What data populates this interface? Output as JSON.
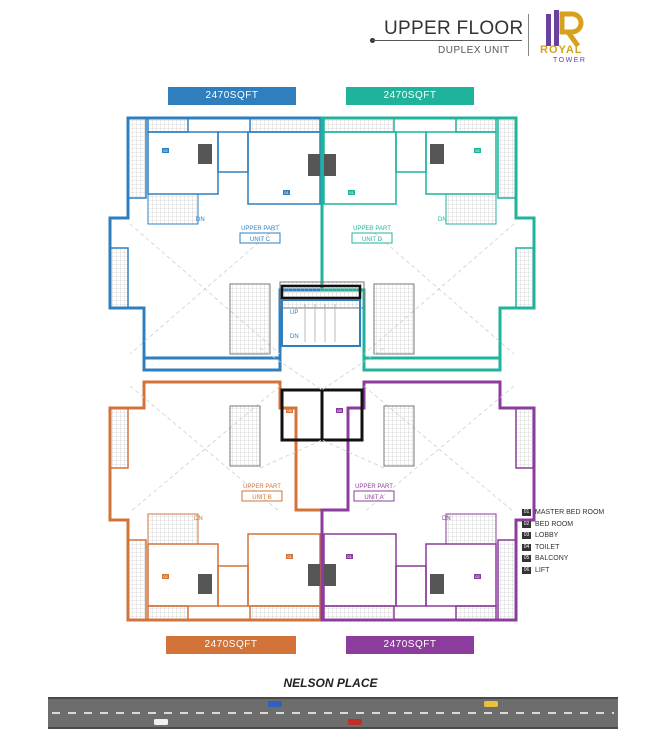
{
  "header": {
    "title": "UPPER FLOOR",
    "subtitle": "DUPLEX UNIT"
  },
  "logo": {
    "letter": "R",
    "name": "ROYAL",
    "sub": "TOWER"
  },
  "areas": {
    "top_left": "2470SQFT",
    "top_right": "2470SQFT",
    "bottom_left": "2470SQFT",
    "bottom_right": "2470SQFT"
  },
  "units": {
    "c": {
      "line1": "UPPER PART",
      "line2": "UNIT C"
    },
    "d": {
      "line1": "UPPER PART",
      "line2": "UNIT D"
    },
    "b": {
      "line1": "UPPER PART",
      "line2": "UNIT B"
    },
    "a": {
      "line1": "UPPER PART",
      "line2": "UNIT A"
    }
  },
  "stairs": {
    "up": "UP",
    "dn": "DN"
  },
  "room_codes": {
    "master": "01",
    "bed": "02",
    "lobby": "03",
    "toilet": "04",
    "balcony": "05",
    "lift": "06"
  },
  "legend": [
    {
      "code": "01",
      "label": "MASTER BED ROOM"
    },
    {
      "code": "02",
      "label": "BED ROOM"
    },
    {
      "code": "03",
      "label": "LOBBY"
    },
    {
      "code": "04",
      "label": "TOILET"
    },
    {
      "code": "05",
      "label": "BALCONY"
    },
    {
      "code": "06",
      "label": "LIFT"
    }
  ],
  "street": "NELSON PLACE",
  "colors": {
    "unit_c": "#2f7fbf",
    "unit_d": "#1fb39b",
    "unit_b": "#d2733a",
    "unit_a": "#8b3c9c",
    "logo_gold": "#d6a21e",
    "logo_purple": "#6b3fa0",
    "road": "#6d6d6d"
  }
}
